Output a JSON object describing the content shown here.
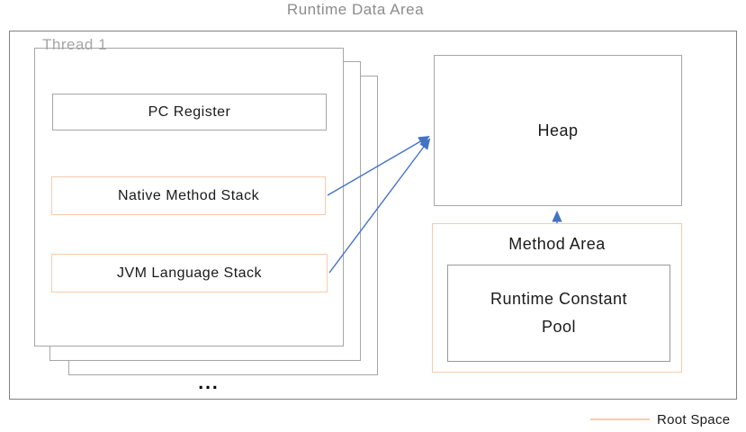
{
  "title": "Runtime Data Area",
  "thread": {
    "label": "Thread 1",
    "pc_register_label": "PC Register",
    "native_method_stack_label": "Native Method Stack",
    "jvm_language_stack_label": "JVM Language Stack",
    "more_threads_indicator": "..."
  },
  "heap": {
    "label": "Heap"
  },
  "method_area": {
    "label": "Method Area",
    "runtime_constant_pool_label": "Runtime Constant\nPool"
  },
  "legend": {
    "root_space_label": "Root Space"
  },
  "colors": {
    "outer_border_gray": "#808080",
    "box_border_gray": "#a6a6a6",
    "root_space_orange": "#f8cbad",
    "arrow_blue": "#4472c4",
    "title_gray": "#8c8c8c",
    "text_black": "#1a1a1a"
  }
}
